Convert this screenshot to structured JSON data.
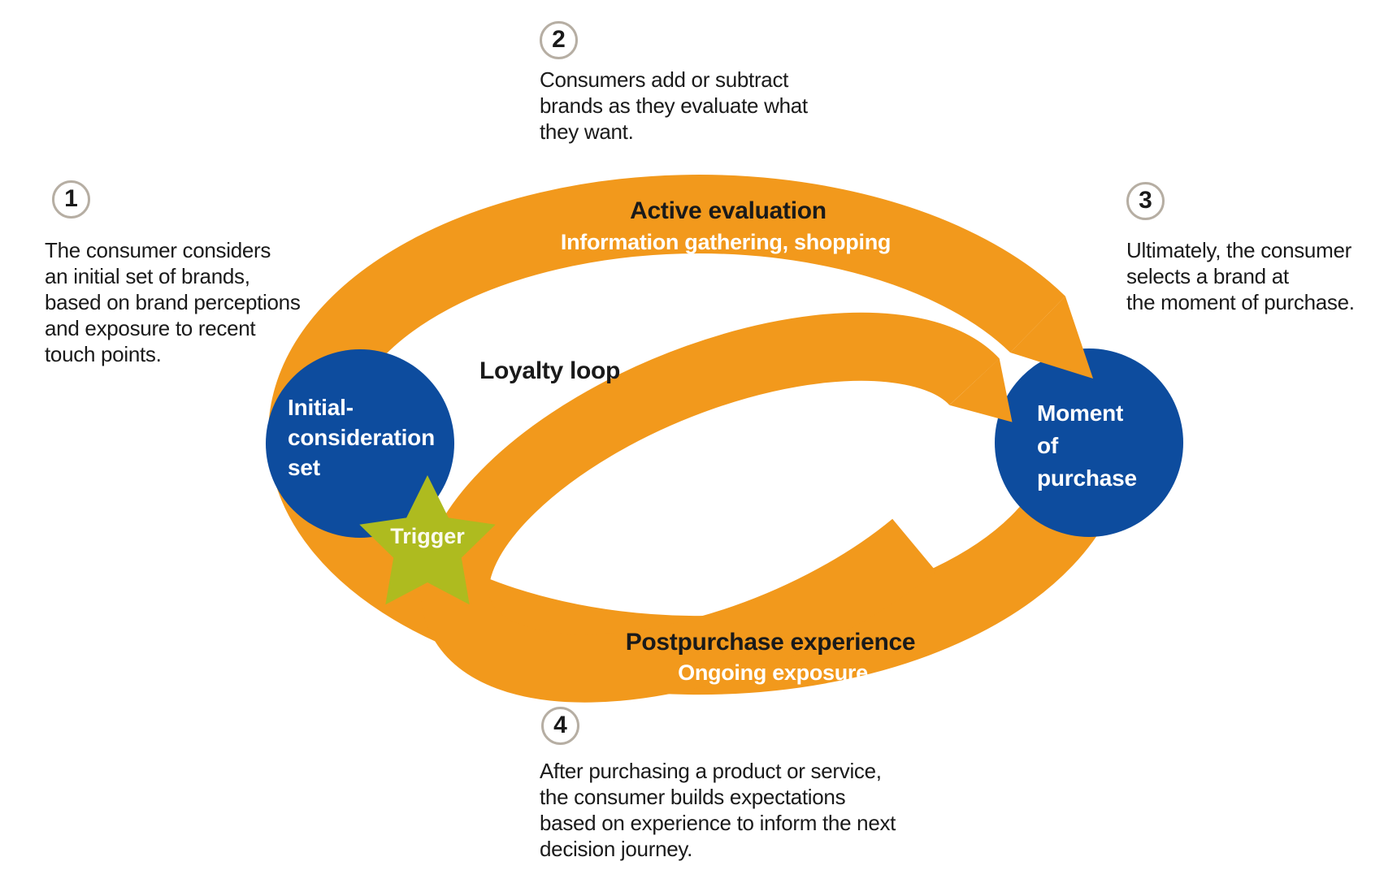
{
  "colors": {
    "orange": "#F2991C",
    "blue": "#0D4C9E",
    "green": "#AEBB1F",
    "badge_border": "#B6AEA3",
    "text": "#1A1A1A",
    "white": "#FFFFFF"
  },
  "steps": [
    {
      "num": "1",
      "text": "The consumer considers\nan initial set of brands,\nbased on brand perceptions\nand exposure to recent\ntouch points."
    },
    {
      "num": "2",
      "text": "Consumers add or subtract\nbrands as they evaluate what\nthey want."
    },
    {
      "num": "3",
      "text": "Ultimately, the consumer\nselects a brand at\nthe moment of purchase."
    },
    {
      "num": "4",
      "text": "After purchasing a product or service,\nthe consumer builds expectations\nbased on experience to inform the next\ndecision journey."
    }
  ],
  "loop": {
    "active_title": "Active evaluation",
    "active_sub": "Information gathering, shopping",
    "loyalty_label": "Loyalty loop",
    "post_title": "Postpurchase experience",
    "post_sub": "Ongoing exposure"
  },
  "nodes": {
    "initial": "Initial-\nconsideration\nset",
    "purchase": "Moment\nof\npurchase",
    "trigger": "Trigger"
  }
}
